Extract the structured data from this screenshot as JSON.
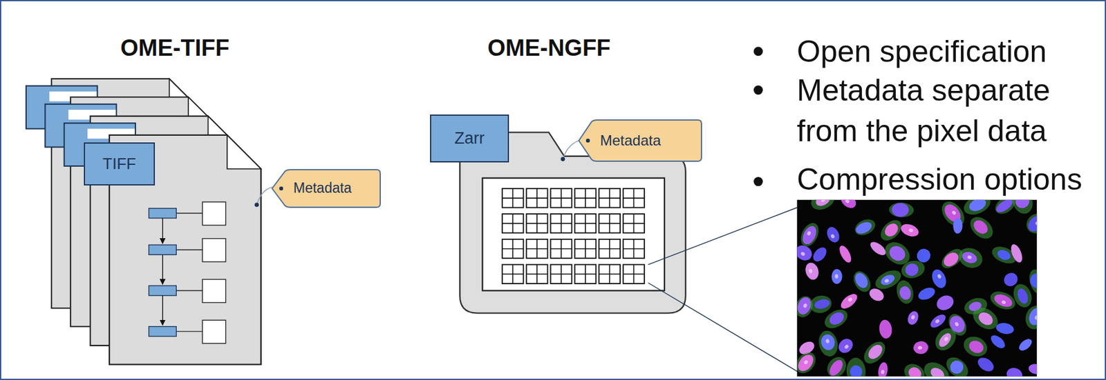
{
  "diagram": {
    "nodes": [
      {
        "text": [
          "TIFF"
        ]
      },
      {
        "text": [
          "Metadata"
        ]
      },
      {
        "text": [
          "Zarr"
        ]
      },
      {
        "text": [
          "Metadata"
        ]
      }
    ],
    "labels": [
      "OME-TIFF",
      "OME-NGFF",
      "Open specification",
      "Metadata separate from the pixel data",
      "Compression options"
    ]
  }
}
